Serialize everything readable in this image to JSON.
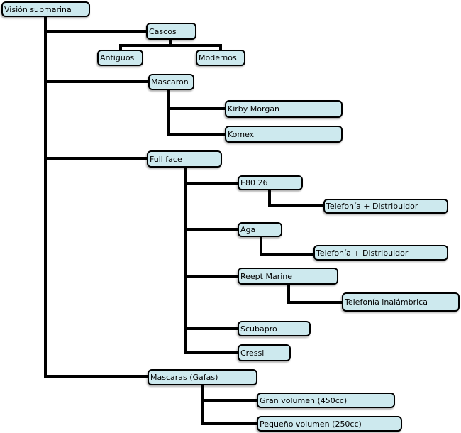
{
  "diagram": {
    "title": "Visión submarina",
    "type": "tree-diagram",
    "colors": {
      "background": "#ffffff",
      "node_fill": "#cde9ee",
      "node_border": "#000000",
      "line_color": "#000000",
      "text_color": "#000000"
    },
    "nodes": [
      {
        "id": "root",
        "label": "Visión submarina"
      },
      {
        "id": "cascos",
        "label": "Cascos"
      },
      {
        "id": "antiguos",
        "label": "Antiguos"
      },
      {
        "id": "modernos",
        "label": "Modernos"
      },
      {
        "id": "mascaron",
        "label": "Mascaron"
      },
      {
        "id": "kirby-morgan",
        "label": "Kirby Morgan"
      },
      {
        "id": "komex",
        "label": "Komex"
      },
      {
        "id": "full-face",
        "label": "Full face"
      },
      {
        "id": "e80-26",
        "label": "E80 26"
      },
      {
        "id": "telefonia-distribuidor-1",
        "label": "Telefonía + Distribuidor"
      },
      {
        "id": "aga",
        "label": "Aga"
      },
      {
        "id": "telefonia-distribuidor-2",
        "label": "Telefonía + Distribuidor"
      },
      {
        "id": "reept-marine",
        "label": "Reept Marine"
      },
      {
        "id": "telefonia-inalambrica",
        "label": "Telefonía inalámbrica"
      },
      {
        "id": "scubapro",
        "label": "Scubapro"
      },
      {
        "id": "cressi",
        "label": "Cressi"
      },
      {
        "id": "mascaras-gafas",
        "label": "Mascaras (Gafas)"
      },
      {
        "id": "gran-volumen",
        "label": "Gran volumen (450cc)"
      },
      {
        "id": "pequeno-volumen",
        "label": "Pequeño volumen (250cc)"
      }
    ],
    "tree": {
      "label": "Visión submarina",
      "children": [
        {
          "label": "Cascos",
          "children": [
            {
              "label": "Antiguos"
            },
            {
              "label": "Modernos"
            }
          ]
        },
        {
          "label": "Mascaron",
          "children": [
            {
              "label": "Kirby Morgan"
            },
            {
              "label": "Komex"
            }
          ]
        },
        {
          "label": "Full face",
          "children": [
            {
              "label": "E80 26",
              "children": [
                {
                  "label": "Telefonía + Distribuidor"
                }
              ]
            },
            {
              "label": "Aga",
              "children": [
                {
                  "label": "Telefonía + Distribuidor"
                }
              ]
            },
            {
              "label": "Reept Marine",
              "children": [
                {
                  "label": "Telefonía inalámbrica"
                }
              ]
            },
            {
              "label": "Scubapro"
            },
            {
              "label": "Cressi"
            }
          ]
        },
        {
          "label": "Mascaras (Gafas)",
          "children": [
            {
              "label": "Gran volumen (450cc)"
            },
            {
              "label": "Pequeño volumen (250cc)"
            }
          ]
        }
      ]
    }
  }
}
